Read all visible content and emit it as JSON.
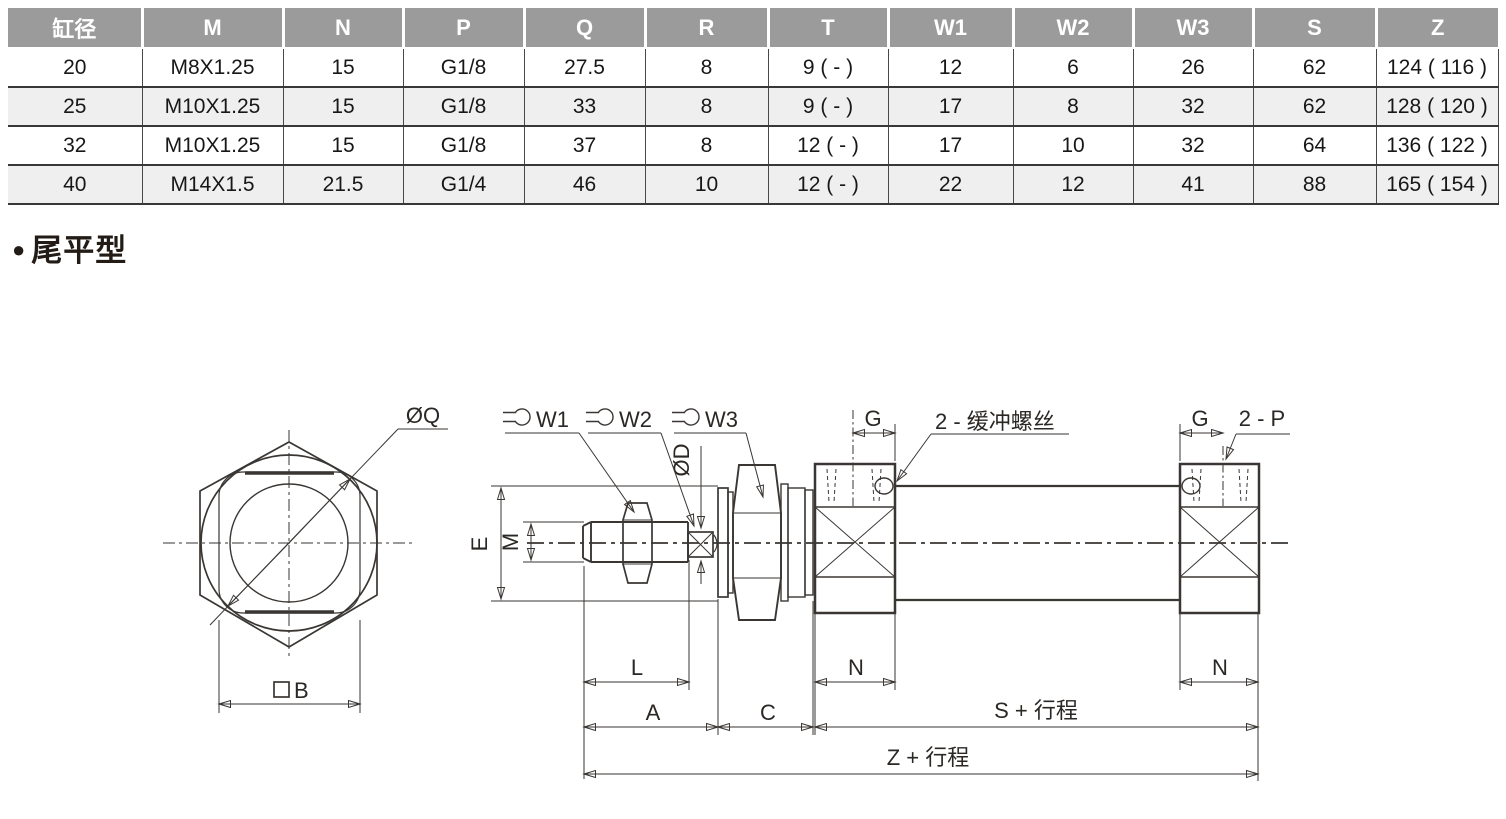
{
  "table": {
    "headers": [
      "缸径",
      "M",
      "N",
      "P",
      "Q",
      "R",
      "T",
      "W1",
      "W2",
      "W3",
      "S",
      "Z"
    ],
    "rows": [
      [
        "20",
        "M8X1.25",
        "15",
        "G1/8",
        "27.5",
        "8",
        "9 ( - )",
        "12",
        "6",
        "26",
        "62",
        "124 ( 116 )"
      ],
      [
        "25",
        "M10X1.25",
        "15",
        "G1/8",
        "33",
        "8",
        "9 ( - )",
        "17",
        "8",
        "32",
        "62",
        "128 ( 120 )"
      ],
      [
        "32",
        "M10X1.25",
        "15",
        "G1/8",
        "37",
        "8",
        "12 ( - )",
        "17",
        "10",
        "32",
        "64",
        "136 ( 122 )"
      ],
      [
        "40",
        "M14X1.5",
        "21.5",
        "G1/4",
        "46",
        "10",
        "12 ( - )",
        "22",
        "12",
        "41",
        "88",
        "165 ( 154 )"
      ]
    ]
  },
  "section": {
    "bullet": "●",
    "title": "尾平型"
  },
  "drawing": {
    "front": {
      "dia_label": "ØQ",
      "width_label": "B"
    },
    "labels": {
      "e": "E",
      "m": "M",
      "od": "ØD",
      "w1": "W1",
      "w2": "W2",
      "w3": "W3",
      "g_left": "G",
      "cushion": "2 - 缓冲螺丝",
      "g_right": "G",
      "ports": "2 - P",
      "l": "L",
      "a": "A",
      "c": "C",
      "n_left": "N",
      "s_stroke": "S + 行程",
      "z_stroke": "Z + 行程",
      "n_right": "N"
    }
  },
  "colors": {
    "header_bg": "#9b9b9b",
    "header_text": "#ffffff",
    "row_alt_bg": "#efefef",
    "row_border": "#383838",
    "drawing_line": "#3a3633",
    "centerline": "#b3b3b3"
  }
}
